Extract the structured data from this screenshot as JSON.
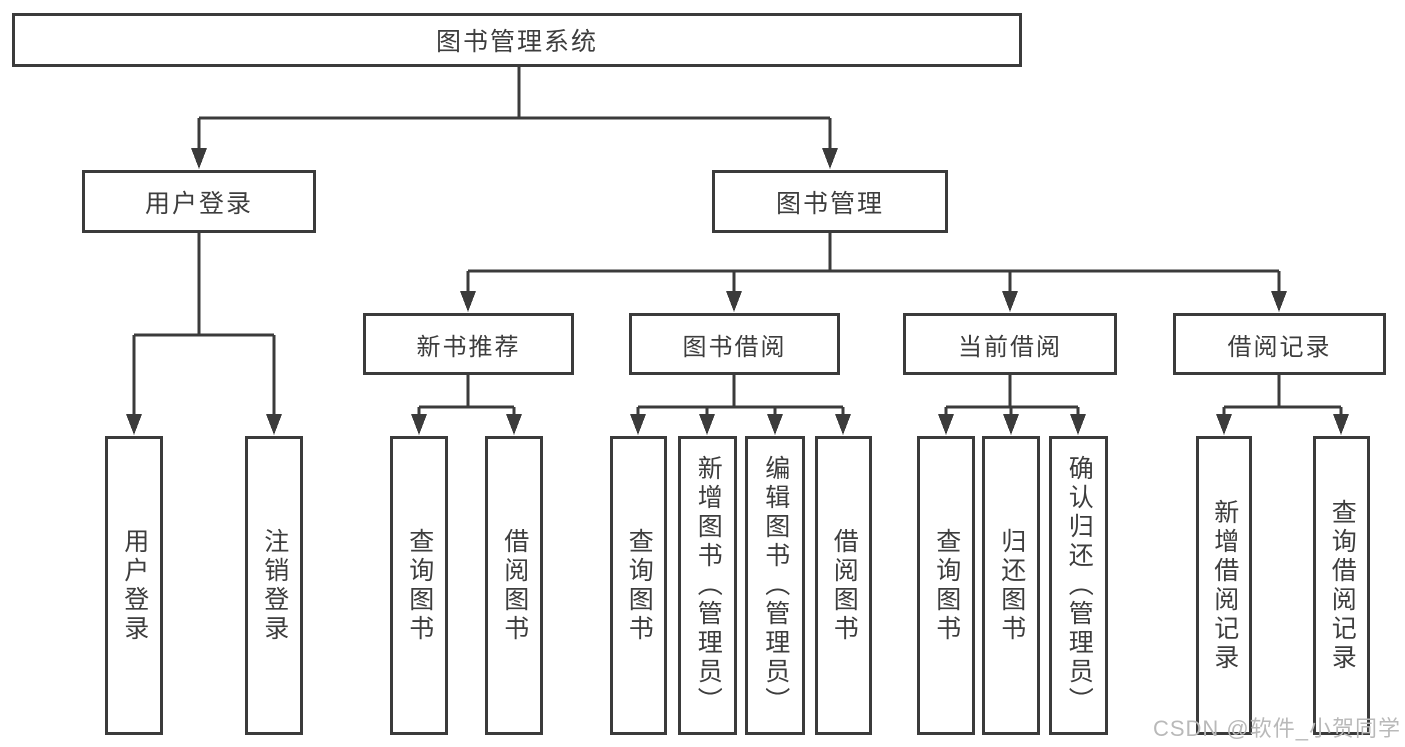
{
  "tree": {
    "root": "图书管理系统",
    "branches": [
      {
        "label": "用户登录",
        "children": [
          "用户登录",
          "注销登录"
        ]
      },
      {
        "label": "图书管理",
        "children": [
          {
            "label": "新书推荐",
            "children": [
              "查询图书",
              "借阅图书"
            ]
          },
          {
            "label": "图书借阅",
            "children": [
              "查询图书",
              "新增图书（管理员）",
              "编辑图书（管理员）",
              "借阅图书"
            ]
          },
          {
            "label": "当前借阅",
            "children": [
              "查询图书",
              "归还图书",
              "确认归还（管理员）"
            ]
          },
          {
            "label": "借阅记录",
            "children": [
              "新增借阅记录",
              "查询借阅记录"
            ]
          }
        ]
      }
    ]
  },
  "watermark": "CSDN @软件_小贺同学",
  "colors": {
    "line": "#3b3b3b",
    "text": "#3d3d3d",
    "background": "#ffffff",
    "watermark": "#b9b9b9"
  }
}
